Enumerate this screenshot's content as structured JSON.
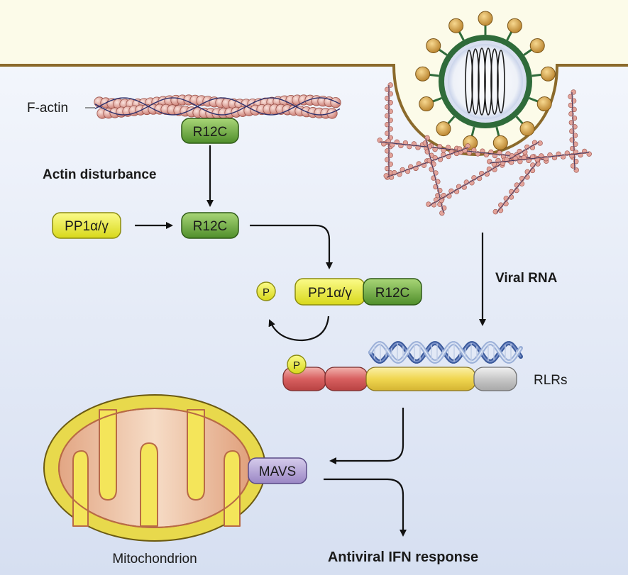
{
  "labels": {
    "factin": "F-actin",
    "r12c_top": "R12C",
    "actin_disturbance": "Actin disturbance",
    "pp1": "PP1α/γ",
    "r12c_mid": "R12C",
    "p_free": "P",
    "pp1_complex": "PP1α/γ",
    "r12c_complex": "R12C",
    "viral_rna": "Viral RNA",
    "p_bound": "P",
    "rlrs": "RLRs",
    "mavs": "MAVS",
    "mitochondrion": "Mitochondrion",
    "antiviral": "Antiviral IFN response"
  },
  "colors": {
    "cytoplasm_top": "#eef2fb",
    "cytoplasm_bottom": "#d9e2f3",
    "extracellular": "#fcfbe9",
    "membrane": "#8b6a2b",
    "r12c_green": "#74b43f",
    "pp1_yellow": "#eeee30",
    "mavs_purple": "#b7a6d8",
    "actin_bead": "#e8a9a0",
    "rlr_red": "#d86060",
    "rlr_yellow": "#f0d650",
    "rlr_grey": "#c8c8c8",
    "virus_envelope": "#2f6b3a",
    "spike": "#d9a441",
    "mito_outer": "#e8d94c",
    "mito_inner": "#d99c78"
  }
}
